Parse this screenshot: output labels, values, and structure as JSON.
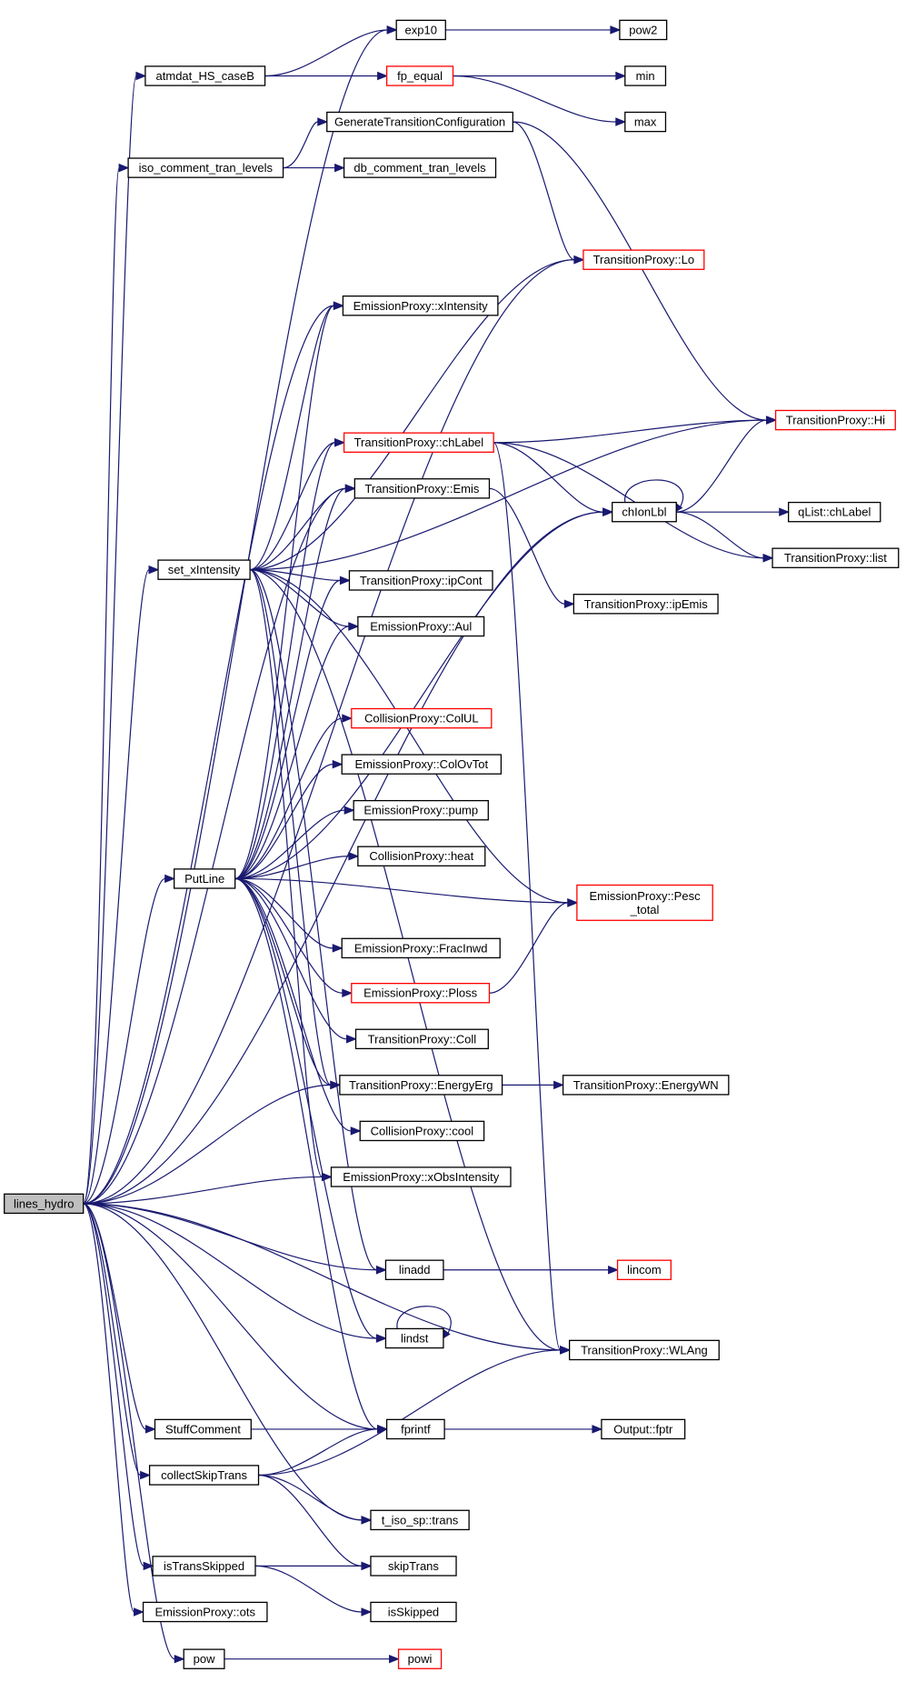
{
  "nodes": {
    "lines_hydro": {
      "label": "lines_hydro",
      "root": true
    },
    "exp10": {
      "label": "exp10"
    },
    "pow2": {
      "label": "pow2"
    },
    "atmdat": {
      "label": "atmdat_HS_caseB"
    },
    "fp_equal": {
      "label": "fp_equal",
      "truncated": true
    },
    "min": {
      "label": "min"
    },
    "max": {
      "label": "max"
    },
    "gentrans": {
      "label": "GenerateTransitionConfiguration"
    },
    "isocomment": {
      "label": "iso_comment_tran_levels"
    },
    "dbcomment": {
      "label": "db_comment_tran_levels"
    },
    "tp_lo": {
      "label": "TransitionProxy::Lo",
      "truncated": true
    },
    "ep_xint": {
      "label": "EmissionProxy::xIntensity"
    },
    "tp_hi": {
      "label": "TransitionProxy::Hi",
      "truncated": true
    },
    "tp_chlabel": {
      "label": "TransitionProxy::chLabel",
      "truncated": true
    },
    "chionlbl": {
      "label": "chIonLbl"
    },
    "qlist_chlabel": {
      "label": "qList::chLabel"
    },
    "tp_emis": {
      "label": "TransitionProxy::Emis"
    },
    "tp_list": {
      "label": "TransitionProxy::list"
    },
    "set_xint": {
      "label": "set_xIntensity"
    },
    "tp_ipcont": {
      "label": "TransitionProxy::ipCont"
    },
    "tp_ipemis": {
      "label": "TransitionProxy::ipEmis"
    },
    "ep_aul": {
      "label": "EmissionProxy::Aul"
    },
    "cp_colul": {
      "label": "CollisionProxy::ColUL",
      "truncated": true
    },
    "ep_colovtot": {
      "label": "EmissionProxy::ColOvTot"
    },
    "ep_pump": {
      "label": "EmissionProxy::pump"
    },
    "cp_heat": {
      "label": "CollisionProxy::heat"
    },
    "putline": {
      "label": "PutLine"
    },
    "ep_pesc": {
      "label": [
        "EmissionProxy::Pesc",
        "_total"
      ],
      "truncated": true
    },
    "ep_fracinwd": {
      "label": "EmissionProxy::FracInwd"
    },
    "ep_ploss": {
      "label": "EmissionProxy::Ploss",
      "truncated": true
    },
    "tp_coll": {
      "label": "TransitionProxy::Coll"
    },
    "tp_energyerg": {
      "label": "TransitionProxy::EnergyErg"
    },
    "tp_energywn": {
      "label": "TransitionProxy::EnergyWN"
    },
    "cp_cool": {
      "label": "CollisionProxy::cool"
    },
    "ep_xobs": {
      "label": "EmissionProxy::xObsIntensity"
    },
    "linadd": {
      "label": "linadd"
    },
    "lincom": {
      "label": "lincom",
      "truncated": true
    },
    "lindst": {
      "label": "lindst"
    },
    "tp_wlang": {
      "label": "TransitionProxy::WLAng"
    },
    "stuffcomment": {
      "label": "StuffComment"
    },
    "fprintf": {
      "label": "fprintf"
    },
    "output_fptr": {
      "label": "Output::fptr"
    },
    "collectskip": {
      "label": "collectSkipTrans"
    },
    "tisosp": {
      "label": "t_iso_sp::trans"
    },
    "skiptrans": {
      "label": "skipTrans"
    },
    "istransskipped": {
      "label": "isTransSkipped"
    },
    "isskipped": {
      "label": "isSkipped"
    },
    "ep_ots": {
      "label": "EmissionProxy::ots"
    },
    "pow": {
      "label": "pow"
    },
    "powi": {
      "label": "powi",
      "truncated": true
    }
  },
  "edges": [
    [
      "lines_hydro",
      "exp10"
    ],
    [
      "lines_hydro",
      "atmdat"
    ],
    [
      "lines_hydro",
      "isocomment"
    ],
    [
      "lines_hydro",
      "tp_lo"
    ],
    [
      "lines_hydro",
      "ep_xint"
    ],
    [
      "lines_hydro",
      "tp_emis"
    ],
    [
      "lines_hydro",
      "set_xint"
    ],
    [
      "lines_hydro",
      "putline"
    ],
    [
      "lines_hydro",
      "tp_energyerg"
    ],
    [
      "lines_hydro",
      "ep_xobs"
    ],
    [
      "lines_hydro",
      "linadd"
    ],
    [
      "lines_hydro",
      "lindst"
    ],
    [
      "lines_hydro",
      "tp_wlang"
    ],
    [
      "lines_hydro",
      "stuffcomment"
    ],
    [
      "lines_hydro",
      "fprintf"
    ],
    [
      "lines_hydro",
      "collectskip"
    ],
    [
      "lines_hydro",
      "tisosp"
    ],
    [
      "lines_hydro",
      "istransskipped"
    ],
    [
      "lines_hydro",
      "ep_ots"
    ],
    [
      "lines_hydro",
      "pow"
    ],
    [
      "lines_hydro",
      "chionlbl"
    ],
    [
      "exp10",
      "pow2"
    ],
    [
      "atmdat",
      "exp10"
    ],
    [
      "atmdat",
      "fp_equal"
    ],
    [
      "fp_equal",
      "min"
    ],
    [
      "fp_equal",
      "max"
    ],
    [
      "isocomment",
      "gentrans"
    ],
    [
      "isocomment",
      "dbcomment"
    ],
    [
      "gentrans",
      "tp_lo"
    ],
    [
      "gentrans",
      "tp_hi"
    ],
    [
      "tp_chlabel",
      "tp_hi"
    ],
    [
      "tp_chlabel",
      "chionlbl"
    ],
    [
      "tp_chlabel",
      "tp_list"
    ],
    [
      "tp_chlabel",
      "tp_wlang"
    ],
    [
      "chionlbl",
      "chionlbl"
    ],
    [
      "chionlbl",
      "tp_hi"
    ],
    [
      "chionlbl",
      "qlist_chlabel"
    ],
    [
      "chionlbl",
      "tp_list"
    ],
    [
      "tp_emis",
      "tp_ipemis"
    ],
    [
      "set_xint",
      "ep_xint"
    ],
    [
      "set_xint",
      "tp_lo"
    ],
    [
      "set_xint",
      "tp_hi"
    ],
    [
      "set_xint",
      "tp_chlabel"
    ],
    [
      "set_xint",
      "tp_emis"
    ],
    [
      "set_xint",
      "tp_ipcont"
    ],
    [
      "set_xint",
      "ep_aul"
    ],
    [
      "set_xint",
      "ep_pesc"
    ],
    [
      "set_xint",
      "tp_energyerg"
    ],
    [
      "set_xint",
      "ep_xobs"
    ],
    [
      "set_xint",
      "tp_wlang"
    ],
    [
      "set_xint",
      "linadd"
    ],
    [
      "putline",
      "ep_xint"
    ],
    [
      "putline",
      "tp_chlabel"
    ],
    [
      "putline",
      "tp_emis"
    ],
    [
      "putline",
      "tp_ipcont"
    ],
    [
      "putline",
      "ep_aul"
    ],
    [
      "putline",
      "chionlbl"
    ],
    [
      "putline",
      "cp_colul"
    ],
    [
      "putline",
      "ep_colovtot"
    ],
    [
      "putline",
      "ep_pump"
    ],
    [
      "putline",
      "cp_heat"
    ],
    [
      "putline",
      "ep_pesc"
    ],
    [
      "putline",
      "ep_fracinwd"
    ],
    [
      "putline",
      "ep_ploss"
    ],
    [
      "putline",
      "tp_coll"
    ],
    [
      "putline",
      "tp_energyerg"
    ],
    [
      "putline",
      "cp_cool"
    ],
    [
      "putline",
      "lindst"
    ],
    [
      "putline",
      "fprintf"
    ],
    [
      "ep_ploss",
      "ep_pesc"
    ],
    [
      "tp_energyerg",
      "tp_energywn"
    ],
    [
      "linadd",
      "lincom"
    ],
    [
      "lindst",
      "lindst"
    ],
    [
      "stuffcomment",
      "fprintf"
    ],
    [
      "fprintf",
      "output_fptr"
    ],
    [
      "collectskip",
      "fprintf"
    ],
    [
      "collectskip",
      "tp_wlang"
    ],
    [
      "collectskip",
      "tisosp"
    ],
    [
      "collectskip",
      "skiptrans"
    ],
    [
      "istransskipped",
      "skiptrans"
    ],
    [
      "istransskipped",
      "isskipped"
    ],
    [
      "pow",
      "powi"
    ]
  ]
}
